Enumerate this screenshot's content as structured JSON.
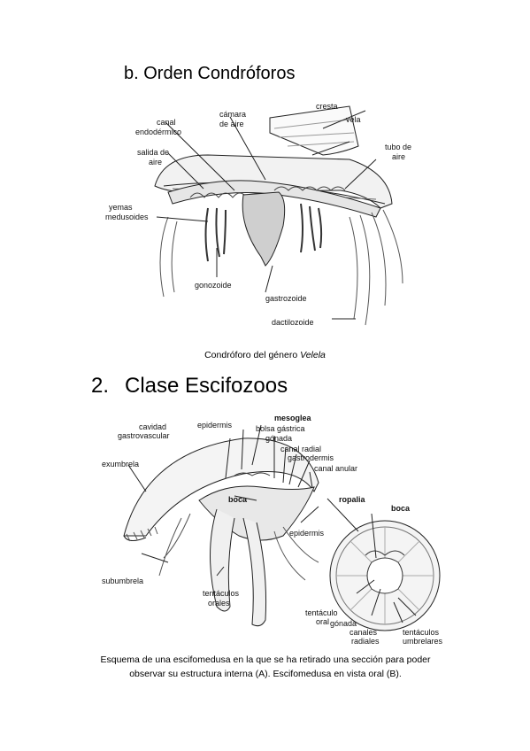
{
  "section_b": {
    "heading": "b. Orden Condróforos",
    "labels": {
      "cresta": "cresta",
      "vela": "vela",
      "camara1": "cámara",
      "camara2": "de aire",
      "canal1": "canal",
      "canal2": "endodérmico",
      "salida1": "salida de",
      "salida2": "aire",
      "tubo1": "tubo de",
      "tubo2": "aire",
      "yemas1": "yemas",
      "yemas2": "medusoides",
      "gonozoide": "gonozoide",
      "gastrozoide": "gastrozoide",
      "dactilozoide": "dactilozoide"
    },
    "caption_main": "Condróforo del género ",
    "caption_genus": "Velela"
  },
  "section_2": {
    "number": "2.",
    "heading": "Clase Escifozoos",
    "labels": {
      "mesoglea": "mesoglea",
      "cavidad1": "cavidad",
      "cavidad2": "gastrovascular",
      "epidermis_top": "epidermis",
      "bolsa": "bolsa gástrica",
      "gonada_top": "gónada",
      "canal_radial": "canal radial",
      "gastrodermis": "gastrodermis",
      "canal_anular": "canal anular",
      "exumbrela": "exumbrela",
      "ropalia": "ropalia",
      "boca_a": "boca",
      "boca_b": "boca",
      "epidermis_mid": "epidermis",
      "subumbrela": "subumbrela",
      "tent_orales1": "tentáculos",
      "tent_orales2": "orales",
      "tent_oral1": "tentáculo",
      "tent_oral2": "oral",
      "gonada_b": "gónada",
      "canales1": "canales",
      "canales2": "radiales",
      "tent_umb1": "tentáculos",
      "tent_umb2": "umbrelares"
    },
    "caption_line1": "Esquema de una escifomedusa en la que se ha retirado una sección para poder",
    "caption_line2": "observar su estructura interna (A).  Escifomedusa en vista oral (B)."
  }
}
